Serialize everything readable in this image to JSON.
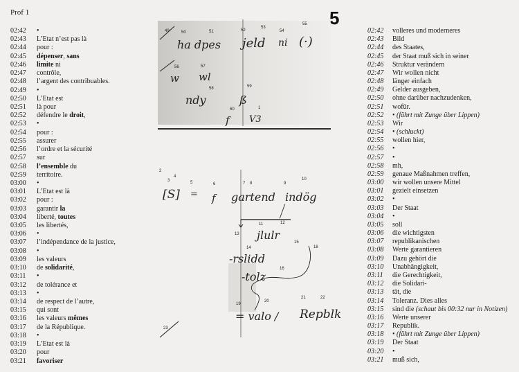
{
  "page": {
    "title": "Prof 1",
    "number": "5"
  },
  "left_column": [
    {
      "time": "02:42",
      "parts": [
        [
          "•",
          ""
        ]
      ]
    },
    {
      "time": "02:43",
      "parts": [
        [
          "L’Etat n’est pas là",
          ""
        ]
      ]
    },
    {
      "time": "02:44",
      "parts": [
        [
          "pour :",
          ""
        ]
      ]
    },
    {
      "time": "02:45",
      "parts": [
        [
          "dépenser",
          "b"
        ],
        [
          ", ",
          ""
        ],
        [
          "sans",
          "b"
        ]
      ]
    },
    {
      "time": "02:46",
      "parts": [
        [
          "limite",
          "b"
        ],
        [
          " ni",
          ""
        ]
      ]
    },
    {
      "time": "02:47",
      "parts": [
        [
          "contrôle,",
          ""
        ]
      ]
    },
    {
      "time": "02:48",
      "parts": [
        [
          "l’argent des contribuables.",
          ""
        ]
      ]
    },
    {
      "time": "02:49",
      "parts": [
        [
          "•",
          ""
        ]
      ]
    },
    {
      "time": "02:50",
      "parts": [
        [
          "L’Etat est",
          ""
        ]
      ]
    },
    {
      "time": "02:51",
      "parts": [
        [
          "là pour",
          ""
        ]
      ]
    },
    {
      "time": "02:52",
      "parts": [
        [
          "défendre le ",
          ""
        ],
        [
          "droit",
          "b"
        ],
        [
          ",",
          ""
        ]
      ]
    },
    {
      "time": "02:53",
      "parts": [
        [
          "•",
          ""
        ]
      ]
    },
    {
      "time": "02:54",
      "parts": [
        [
          "pour :",
          ""
        ]
      ]
    },
    {
      "time": "02:55",
      "parts": [
        [
          "assurer",
          ""
        ]
      ]
    },
    {
      "time": "02:56",
      "parts": [
        [
          "l’ordre et la sécurité",
          ""
        ]
      ]
    },
    {
      "time": "02:57",
      "parts": [
        [
          "sur",
          ""
        ]
      ]
    },
    {
      "time": "02:58",
      "parts": [
        [
          "l’ensemble",
          "b"
        ],
        [
          " du",
          ""
        ]
      ]
    },
    {
      "time": "02:59",
      "parts": [
        [
          "territoire.",
          ""
        ]
      ]
    },
    {
      "time": "03:00",
      "parts": [
        [
          "•",
          ""
        ]
      ]
    },
    {
      "time": "03:01",
      "parts": [
        [
          "L’Etat est là",
          ""
        ]
      ]
    },
    {
      "time": "03:02",
      "parts": [
        [
          "pour :",
          ""
        ]
      ]
    },
    {
      "time": "03:03",
      "parts": [
        [
          "garantir ",
          ""
        ],
        [
          "la",
          "b"
        ]
      ]
    },
    {
      "time": "03:04",
      "parts": [
        [
          "liberté, ",
          ""
        ],
        [
          "toutes",
          "b"
        ]
      ]
    },
    {
      "time": "03:05",
      "parts": [
        [
          "les libertés,",
          ""
        ]
      ]
    },
    {
      "time": "03:06",
      "parts": [
        [
          "•",
          ""
        ]
      ]
    },
    {
      "time": "03:07",
      "parts": [
        [
          "l’indépendance de la justice,",
          ""
        ]
      ]
    },
    {
      "time": "03:08",
      "parts": [
        [
          "•",
          ""
        ]
      ]
    },
    {
      "time": "03:09",
      "parts": [
        [
          "les valeurs",
          ""
        ]
      ]
    },
    {
      "time": "03:10",
      "parts": [
        [
          "de ",
          ""
        ],
        [
          "solidarité",
          "b"
        ],
        [
          ",",
          ""
        ]
      ]
    },
    {
      "time": "03:11",
      "parts": [
        [
          "•",
          ""
        ]
      ]
    },
    {
      "time": "03:12",
      "parts": [
        [
          "de tolérance et",
          ""
        ]
      ]
    },
    {
      "time": "03:13",
      "parts": [
        [
          "•",
          ""
        ]
      ]
    },
    {
      "time": "03:14",
      "parts": [
        [
          "de respect de l’autre,",
          ""
        ]
      ]
    },
    {
      "time": "03:15",
      "parts": [
        [
          "qui sont",
          ""
        ]
      ]
    },
    {
      "time": "03:16",
      "parts": [
        [
          "les valeurs ",
          ""
        ],
        [
          "mêmes",
          "b"
        ]
      ]
    },
    {
      "time": "03:17",
      "parts": [
        [
          "de la République.",
          ""
        ]
      ]
    },
    {
      "time": "03:18",
      "parts": [
        [
          "•",
          ""
        ]
      ]
    },
    {
      "time": "03:19",
      "parts": [
        [
          "L’Etat est là",
          ""
        ]
      ]
    },
    {
      "time": "03:20",
      "parts": [
        [
          "pour",
          ""
        ]
      ]
    },
    {
      "time": "03:21",
      "parts": [
        [
          "favoriser",
          "b"
        ]
      ]
    }
  ],
  "right_column": [
    {
      "time": "02:42",
      "parts": [
        [
          "volleres und moderneres",
          ""
        ]
      ]
    },
    {
      "time": "02:43",
      "parts": [
        [
          "Bild",
          ""
        ]
      ]
    },
    {
      "time": "02:44",
      "parts": [
        [
          "des Staates,",
          ""
        ]
      ]
    },
    {
      "time": "02:45",
      "parts": [
        [
          "der Staat muß sich in seiner",
          ""
        ]
      ]
    },
    {
      "time": "02:46",
      "parts": [
        [
          "Struktur verändern",
          ""
        ]
      ]
    },
    {
      "time": "02:47",
      "parts": [
        [
          "Wir wollen nicht",
          ""
        ]
      ]
    },
    {
      "time": "02:48",
      "parts": [
        [
          "länger einfach",
          ""
        ]
      ]
    },
    {
      "time": "02:49",
      "parts": [
        [
          "Gelder ausgeben,",
          ""
        ]
      ]
    },
    {
      "time": "02:50",
      "parts": [
        [
          "ohne darüber nachzudenken,",
          ""
        ]
      ]
    },
    {
      "time": "02:51",
      "parts": [
        [
          "wofür.",
          ""
        ]
      ]
    },
    {
      "time": "02:52",
      "parts": [
        [
          "• ",
          ""
        ],
        [
          "(fährt mit Zunge über Lippen)",
          "i"
        ]
      ]
    },
    {
      "time": "02:53",
      "parts": [
        [
          "Wir",
          ""
        ]
      ]
    },
    {
      "time": "02:54",
      "parts": [
        [
          "• ",
          ""
        ],
        [
          "(schluckt)",
          "i"
        ]
      ]
    },
    {
      "time": "02:55",
      "parts": [
        [
          "wollen hier,",
          ""
        ]
      ]
    },
    {
      "time": "02:56",
      "parts": [
        [
          "•",
          ""
        ]
      ]
    },
    {
      "time": "02:57",
      "parts": [
        [
          "•",
          ""
        ]
      ]
    },
    {
      "time": "02:58",
      "parts": [
        [
          "mh,",
          ""
        ]
      ]
    },
    {
      "time": "02:59",
      "parts": [
        [
          "genaue Maßnahmen treffen,",
          ""
        ]
      ]
    },
    {
      "time": "03:00",
      "parts": [
        [
          "wir wollen unsere Mittel",
          ""
        ]
      ]
    },
    {
      "time": "03:01",
      "parts": [
        [
          "gezielt einsetzen",
          ""
        ]
      ]
    },
    {
      "time": "03:02",
      "parts": [
        [
          "•",
          ""
        ]
      ]
    },
    {
      "time": "03:03",
      "parts": [
        [
          "Der Staat",
          ""
        ]
      ]
    },
    {
      "time": "03:04",
      "parts": [
        [
          "•",
          ""
        ]
      ]
    },
    {
      "time": "03:05",
      "parts": [
        [
          "soll",
          ""
        ]
      ]
    },
    {
      "time": "03:06",
      "parts": [
        [
          "die wichtigsten",
          ""
        ]
      ]
    },
    {
      "time": "03:07",
      "parts": [
        [
          "republikanischen",
          ""
        ]
      ]
    },
    {
      "time": "03:08",
      "parts": [
        [
          "Werte garantieren",
          ""
        ]
      ]
    },
    {
      "time": "03:09",
      "parts": [
        [
          "Dazu gehört die",
          ""
        ]
      ]
    },
    {
      "time": "03:10",
      "parts": [
        [
          "Unabhängigkeit,",
          ""
        ]
      ]
    },
    {
      "time": "03:11",
      "parts": [
        [
          "die Gerechtigkeit,",
          ""
        ]
      ]
    },
    {
      "time": "03:12",
      "parts": [
        [
          "die Solidari-",
          ""
        ]
      ]
    },
    {
      "time": "03:13",
      "parts": [
        [
          "tät, die",
          ""
        ]
      ]
    },
    {
      "time": "03:14",
      "parts": [
        [
          "Toleranz. Dies alles",
          ""
        ]
      ]
    },
    {
      "time": "03:15",
      "parts": [
        [
          "sind die ",
          ""
        ],
        [
          "(schaut bis 00:32 nur in Notizen)",
          "i"
        ]
      ]
    },
    {
      "time": "03:16",
      "parts": [
        [
          "Werte unserer",
          ""
        ]
      ]
    },
    {
      "time": "03:17",
      "parts": [
        [
          "Republik.",
          ""
        ]
      ]
    },
    {
      "time": "03:18",
      "parts": [
        [
          "• ",
          ""
        ],
        [
          "(fährt mit Zunge über Lippen)",
          "i"
        ]
      ]
    },
    {
      "time": "03:19",
      "parts": [
        [
          "Der Staat",
          ""
        ]
      ]
    },
    {
      "time": "03:20",
      "parts": [
        [
          "•",
          ""
        ]
      ]
    },
    {
      "time": "03:21",
      "parts": [
        [
          "muß sich,",
          ""
        ]
      ]
    }
  ],
  "notes_top": {
    "numbers": [
      "49",
      "50",
      "51",
      "52",
      "53",
      "54",
      "55",
      "56",
      "57",
      "58",
      "59",
      "60",
      "1"
    ],
    "words": [
      "ha dpes",
      "jeld",
      "ni",
      "(·)",
      "w",
      "wl",
      "ndy",
      "ß",
      "f",
      "V3"
    ]
  },
  "notes_bottom": {
    "numbers": [
      "2",
      "3",
      "4",
      "5",
      "6",
      "7",
      "8",
      "9",
      "10",
      "11",
      "12",
      "13",
      "14",
      "15",
      "16",
      "18",
      "19",
      "20",
      "21",
      "22",
      "23"
    ],
    "words": [
      "[S]",
      "=",
      "f",
      "gartend",
      "indög",
      "jlulr",
      "-rslidd",
      "-tolz",
      "= valo /",
      "Repblk"
    ]
  }
}
